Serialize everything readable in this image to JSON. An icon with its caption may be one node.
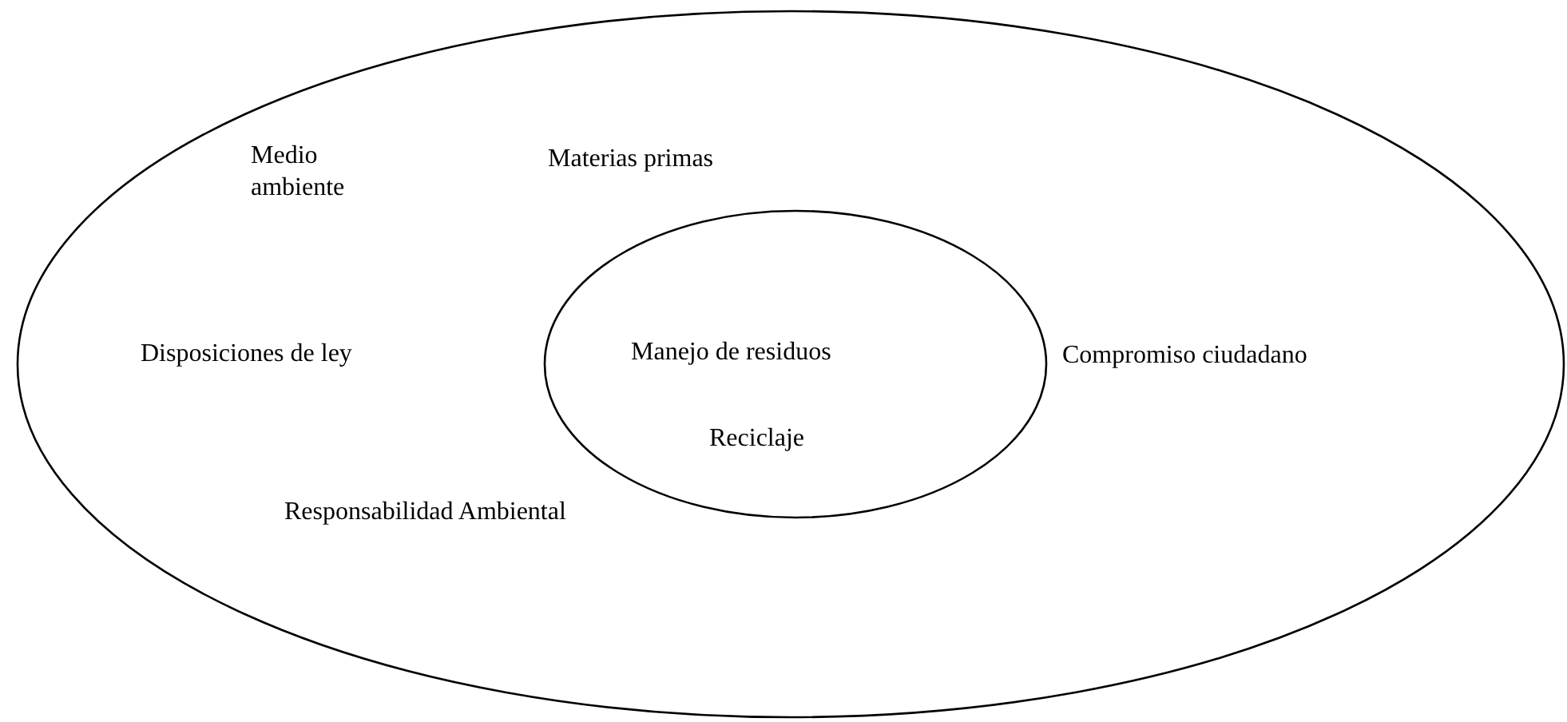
{
  "diagram": {
    "nodes": [
      {
        "text": [
          "Medio ambiente",
          "Materias primas",
          "Disposiciones de ley",
          "Compromiso ciudadano",
          "Responsabilidad Ambiental"
        ]
      },
      {
        "text": [
          "Manejo de residuos",
          "Reciclaje"
        ],
        "in": 0
      }
    ]
  }
}
